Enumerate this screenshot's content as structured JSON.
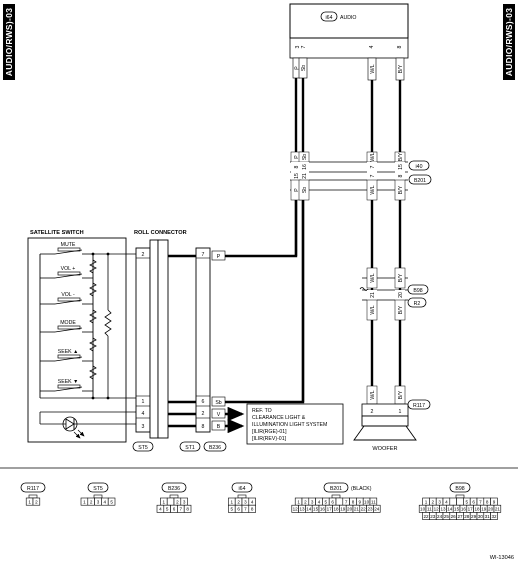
{
  "side_tabs": {
    "left": "AUDIO/RWS)-03",
    "right": "AUDIO/RWS)-03"
  },
  "audio": {
    "id": "i64",
    "name": "AUDIO"
  },
  "connectors_on_wires": {
    "i40": "i40",
    "B201": "B201",
    "B98": "B98",
    "R2": "R2",
    "R117": "R117"
  },
  "pins": {
    "audio": [
      "3",
      "7",
      "4",
      "8"
    ],
    "i40": [
      "8",
      "16",
      "7",
      "15"
    ],
    "B201": [
      "15",
      "21",
      "7",
      "8"
    ],
    "B98": [
      "21",
      "20"
    ],
    "R117": [
      "2",
      "1"
    ],
    "roll_left": [
      "2",
      "1",
      "4",
      "3"
    ],
    "roll_right": [
      "7",
      "6",
      "2",
      "8"
    ]
  },
  "wire_colors": {
    "P": "P",
    "Sb": "Sb",
    "WL": "W/L",
    "BY": "B/Y",
    "V": "V",
    "B": "B"
  },
  "satellite": {
    "title": "SATELLITE SWITCH",
    "switches": [
      "MUTE",
      "VOL +",
      "VOL -",
      "MODE",
      "SEEK ▲",
      "SEEK ▼"
    ]
  },
  "roll_connector": {
    "title": "ROLL CONNECTOR",
    "labels": [
      "ST5",
      "ST1",
      "B236"
    ]
  },
  "reference": {
    "lines": [
      "REF. TO",
      "CLEARANCE LIGHT &",
      "ILLUMINATION LIGHT SYSTEM",
      "[ILIR(RGE)-01]",
      "[ILIR(REV)-01]"
    ]
  },
  "woofer": "WOOFER",
  "legend": {
    "R117": {
      "label": "R117",
      "rows": [
        [
          "1",
          "2"
        ]
      ]
    },
    "ST5": {
      "label": "ST5",
      "rows": [
        [
          "1",
          "2",
          "3",
          "4",
          "5"
        ]
      ]
    },
    "B236": {
      "label": "B236",
      "rows": [
        [
          "1",
          "",
          "2",
          "3"
        ],
        [
          "4",
          "5",
          "6",
          "7",
          "8"
        ]
      ]
    },
    "i64": {
      "label": "i64",
      "rows": [
        [
          "1",
          "2",
          "3",
          "4"
        ],
        [
          "5",
          "6",
          "7",
          "8"
        ]
      ]
    },
    "B201": {
      "label": "B201",
      "suffix": "(BLACK)",
      "rows": [
        [
          "1",
          "2",
          "3",
          "4",
          "5",
          "6",
          "",
          "7",
          "8",
          "9",
          "10",
          "11"
        ],
        [
          "12",
          "13",
          "14",
          "15",
          "16",
          "17",
          "18",
          "19",
          "20",
          "21",
          "22",
          "23",
          "24"
        ]
      ]
    },
    "B98": {
      "label": "B98",
      "rows": [
        [
          "1",
          "2",
          "3",
          "4",
          "",
          "",
          "5",
          "6",
          "7",
          "8",
          "9"
        ],
        [
          "10",
          "11",
          "12",
          "13",
          "14",
          "15",
          "16",
          "17",
          "18",
          "19",
          "20",
          "21"
        ],
        [
          "22",
          "23",
          "24",
          "25",
          "26",
          "27",
          "28",
          "29",
          "30",
          "31",
          "32"
        ]
      ]
    }
  },
  "code": "WI-13046"
}
